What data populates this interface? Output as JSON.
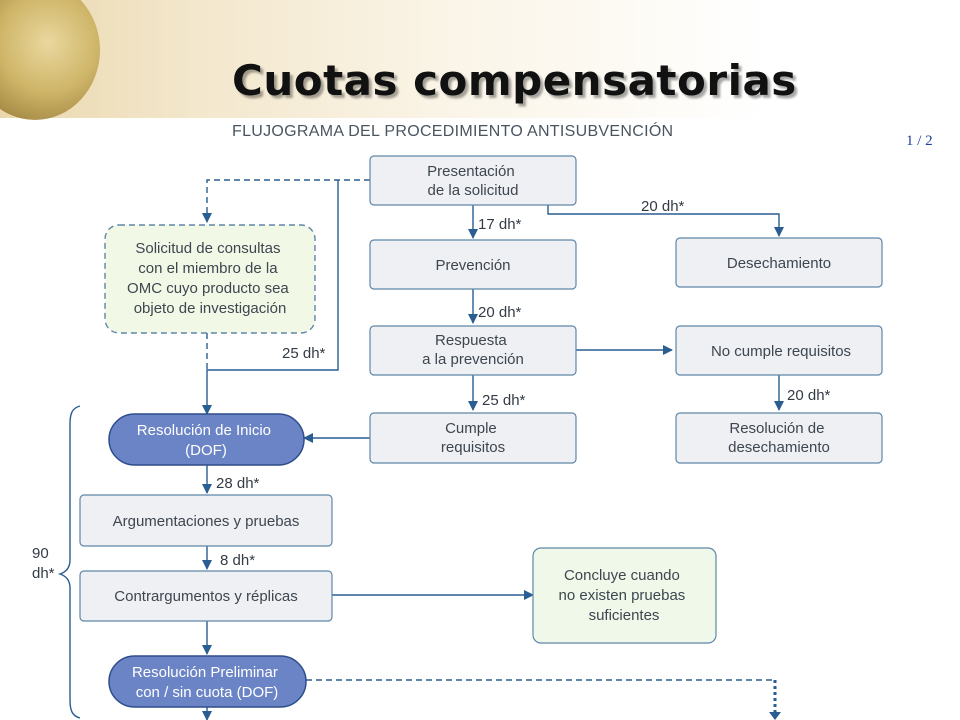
{
  "title": "Cuotas compensatorias",
  "page_indicator": "1 / 2",
  "diagram": {
    "subtitle": "FLUJOGRAMA DEL PROCEDIMIENTO ANTISUBVENCIÓN",
    "nodes": {
      "presentacion": [
        "Presentación",
        "de la solicitud"
      ],
      "consultas": [
        "Solicitud de consultas",
        "con el miembro de la",
        "OMC cuyo producto sea",
        "objeto de investigación"
      ],
      "prevencion": [
        "Prevención"
      ],
      "desechamiento": [
        "Desechamiento"
      ],
      "respuesta": [
        "Respuesta",
        "a la prevención"
      ],
      "no_cumple": [
        "No cumple requisitos"
      ],
      "cumple": [
        "Cumple",
        "requisitos"
      ],
      "resolucion_desechamiento": [
        "Resolución de",
        "desechamiento"
      ],
      "resolucion_inicio": [
        "Resolución de Inicio",
        "(DOF)"
      ],
      "argumentaciones": [
        "Argumentaciones y pruebas"
      ],
      "contrargumentos": [
        "Contrargumentos y réplicas"
      ],
      "concluye": [
        "Concluye cuando",
        "no existen pruebas",
        "suficientes"
      ],
      "resolucion_preliminar": [
        "Resolución Preliminar",
        "con / sin cuota (DOF)"
      ]
    },
    "labels": {
      "d17": "17 dh*",
      "d20_desechamiento": "20 dh*",
      "d20_respuesta": "20 dh*",
      "d25_cumple": "25 dh*",
      "d25_consultas": "25 dh*",
      "d20_resolucion": "20 dh*",
      "d28": "28 dh*",
      "d8": "8 dh*",
      "bracket": [
        "90",
        "dh*"
      ]
    }
  }
}
